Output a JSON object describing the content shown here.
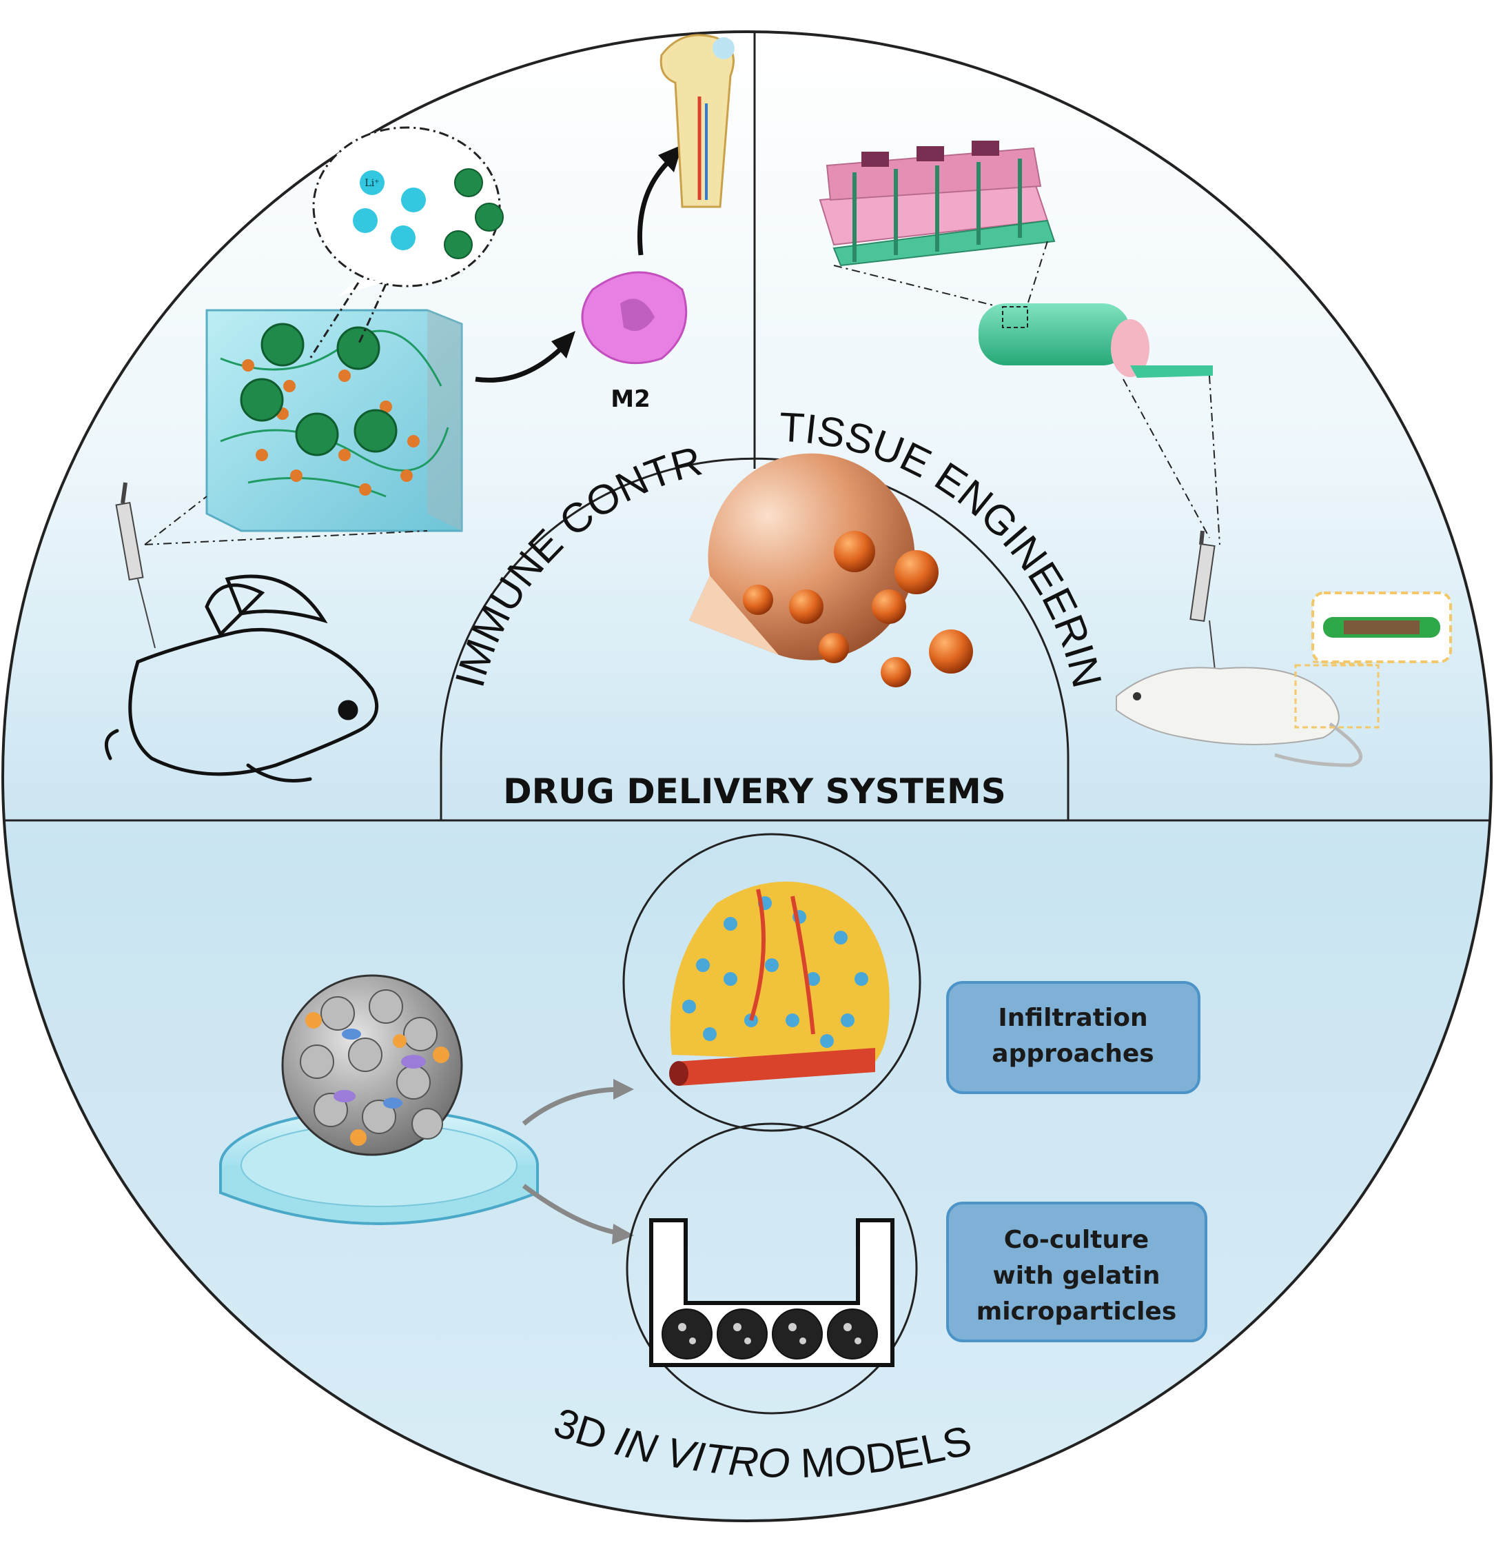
{
  "sections": {
    "immune_control": "IMMUNE CONTROL",
    "tissue_engineering": "TISSUE ENGINEERING",
    "drug_delivery": "DRUG DELIVERY SYSTEMS",
    "in_vitro_prefix": "3D ",
    "in_vitro_italic": "IN VITRO",
    "in_vitro_suffix": " MODELS"
  },
  "figure": {
    "ion_label": "Li⁺",
    "macrophage_label": "M2"
  },
  "boxes": {
    "infiltration": [
      "Infiltration",
      "approaches"
    ],
    "coculture": [
      "Co-culture",
      "with gelatin",
      "microparticles"
    ]
  },
  "colors": {
    "panel_top": "#ffffff",
    "panel_bottom": "#c8e3f1",
    "box_fill": "#7fb1d6",
    "box_stroke": "#4c93c8",
    "hydrogel": "#8fd6e6",
    "nanoparticle": "#1f8a4a",
    "ion": "#34c7e0",
    "macrophage": "#e87fe3",
    "scaffold": "#f2a9c9",
    "cylinder": "#3fc79a",
    "copper_sphere": "#d98a5b",
    "particle": "#d9541a",
    "tumor_cell": "#f2c23d",
    "tumor_nucleus": "#4aa8d8",
    "vessel": "#d9432b",
    "petri": "#9fe0ec"
  }
}
